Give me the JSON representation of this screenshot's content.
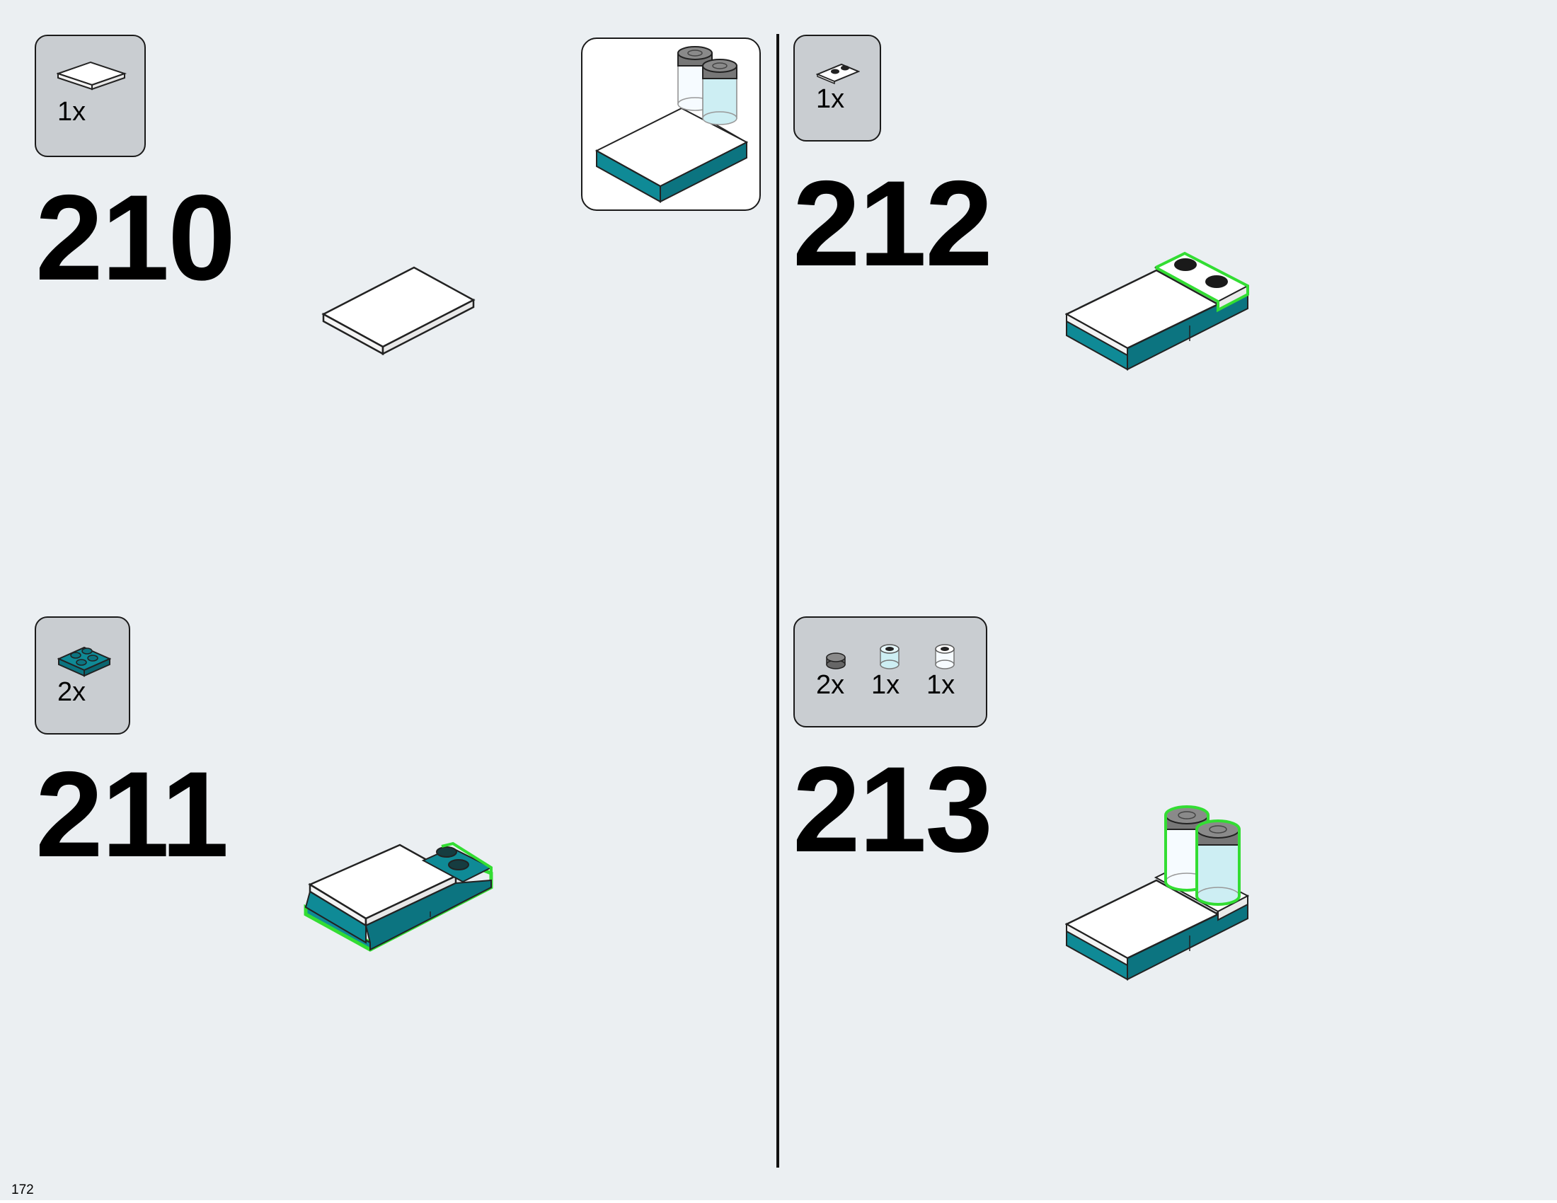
{
  "page_number": "172",
  "colors": {
    "background": "#ebeff2",
    "parts_box": "#c9cdd1",
    "highlight": "#33dd33",
    "teal": "#0f8a96",
    "dark_stud": "#1a1a1a"
  },
  "steps": [
    {
      "number": "210",
      "parts": [
        {
          "qty": "1x",
          "part": "white-2x3-tile-icon"
        }
      ]
    },
    {
      "number": "211",
      "parts": [
        {
          "qty": "2x",
          "part": "teal-2x2-plate-icon"
        }
      ]
    },
    {
      "number": "212",
      "parts": [
        {
          "qty": "1x",
          "part": "white-1x2-plate-icon"
        }
      ]
    },
    {
      "number": "213",
      "parts": [
        {
          "qty": "2x",
          "part": "dark-round-tile-icon"
        },
        {
          "qty": "1x",
          "part": "trans-light-blue-round-brick-icon"
        },
        {
          "qty": "1x",
          "part": "trans-clear-round-brick-icon"
        }
      ]
    }
  ]
}
